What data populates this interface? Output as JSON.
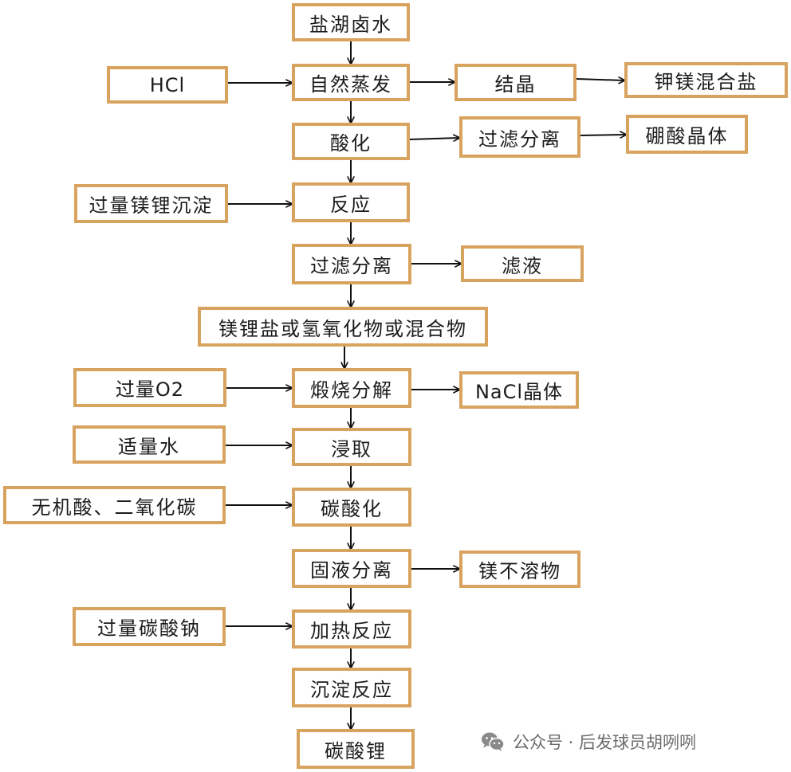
{
  "nodes": {
    "brine": "盐湖卤水",
    "evap": "自然蒸发",
    "hcl": "HCl",
    "cryst": "结晶",
    "kmg_salt": "钾镁混合盐",
    "acidify": "酸化",
    "filt1": "过滤分离",
    "boric": "硼酸晶体",
    "mgli_precip": "过量镁锂沉淀",
    "react": "反应",
    "filt2": "过滤分离",
    "filtrate": "滤液",
    "mgli_mix": "镁锂盐或氢氧化物或混合物",
    "o2": "过量O2",
    "calcine": "煅烧分解",
    "nacl": "NaCl晶体",
    "water": "适量水",
    "leach": "浸取",
    "acid_co2": "无机酸、二氧化碳",
    "carbonation": "碳酸化",
    "sl_sep": "固液分离",
    "mg_insol": "镁不溶物",
    "na2co3": "过量碳酸钠",
    "heat_react": "加热反应",
    "precip_react": "沉淀反应",
    "li2co3": "碳酸锂"
  },
  "colors": {
    "border": "#d8a35f",
    "arrow": "#111111",
    "text": "#1c1c1c"
  },
  "watermark": {
    "text": "公众号 · 后发球员胡咧咧",
    "icon": "wechat-icon"
  }
}
